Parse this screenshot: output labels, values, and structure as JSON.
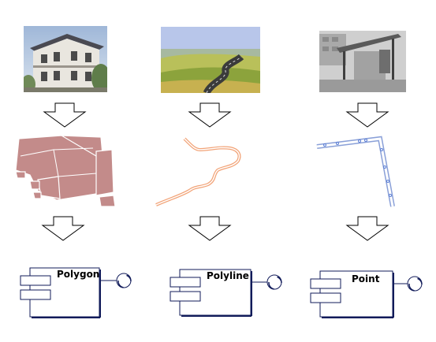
{
  "components": [
    {
      "label": "Polygon"
    },
    {
      "label": "Polyline"
    },
    {
      "label": "Point"
    }
  ],
  "photos": [
    {
      "subject": "two-storey building"
    },
    {
      "subject": "winding road through fields"
    },
    {
      "subject": "bus shelter"
    }
  ],
  "colors": {
    "polygon_fill": "#c38b8a",
    "polyline_stroke": "#f2a377",
    "point_line": "#5b7fd6",
    "component_border": "#111b5a"
  }
}
